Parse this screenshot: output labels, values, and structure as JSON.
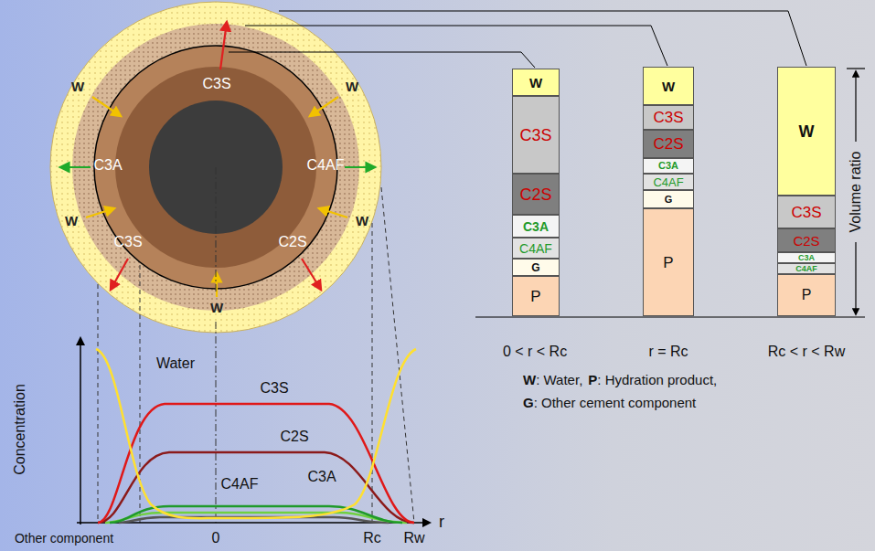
{
  "diagram": {
    "nodes": [
      {
        "text": [
          "W"
        ]
      },
      {
        "text": [
          "C3S"
        ]
      },
      {
        "text": [
          "C2S"
        ]
      },
      {
        "text": [
          "C3A"
        ]
      },
      {
        "text": [
          "C4AF"
        ]
      },
      {
        "text": [
          "G"
        ]
      },
      {
        "text": [
          "P"
        ]
      },
      {
        "text": [
          "W"
        ]
      },
      {
        "text": [
          "C3S"
        ]
      },
      {
        "text": [
          "C2S"
        ]
      },
      {
        "text": [
          "C3A"
        ]
      },
      {
        "text": [
          "C4AF"
        ]
      },
      {
        "text": [
          "G"
        ]
      },
      {
        "text": [
          "P"
        ]
      },
      {
        "text": [
          "W"
        ]
      },
      {
        "text": [
          "C3S"
        ]
      },
      {
        "text": [
          "C2S"
        ]
      },
      {
        "text": [
          "C3A"
        ]
      },
      {
        "text": [
          "C4AF"
        ]
      },
      {
        "text": [
          "P"
        ]
      }
    ],
    "labels": [
      "C3S",
      "C3A",
      "C4AF",
      "C3S",
      "C2S",
      "W",
      "W",
      "W",
      "W",
      "W",
      "Water",
      "C3S",
      "C2S",
      "C3A",
      "C4AF",
      "Other component",
      "0",
      "Rc",
      "Rw",
      "r",
      "Concentration",
      "0 < r < Rc",
      "r = Rc",
      "Rc < r < Rw",
      "Volume ratio",
      "W",
      ": Water,",
      "P",
      ": Hydration product,",
      "G",
      ": Other cement component"
    ]
  }
}
